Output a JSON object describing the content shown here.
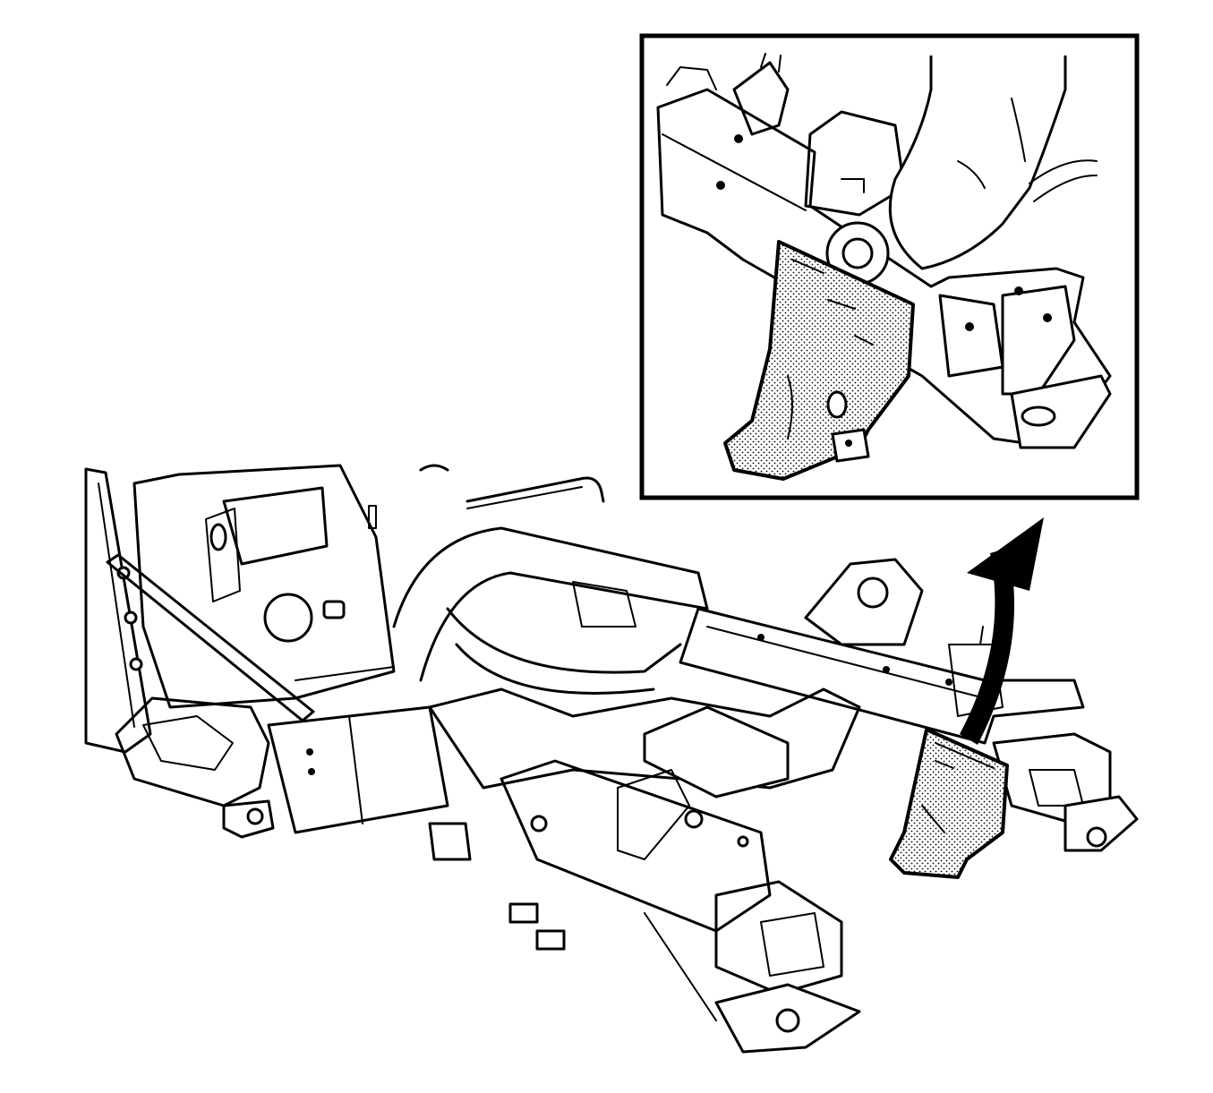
{
  "figure": {
    "kind": "service-illustration",
    "style": "black line art with stippled highlighted part",
    "components": [
      {
        "name": "front-frame-assembly",
        "type": "line-art"
      },
      {
        "name": "highlighted-bracket",
        "type": "stippled-part"
      },
      {
        "name": "removal-arrow",
        "type": "curved-arrow",
        "direction": "up"
      },
      {
        "name": "detail-inset",
        "type": "framed-view"
      },
      {
        "name": "hand-with-grinder",
        "type": "line-art"
      }
    ],
    "colors": {
      "line": "#000000",
      "background": "#ffffff",
      "stipple": "#000000"
    }
  }
}
